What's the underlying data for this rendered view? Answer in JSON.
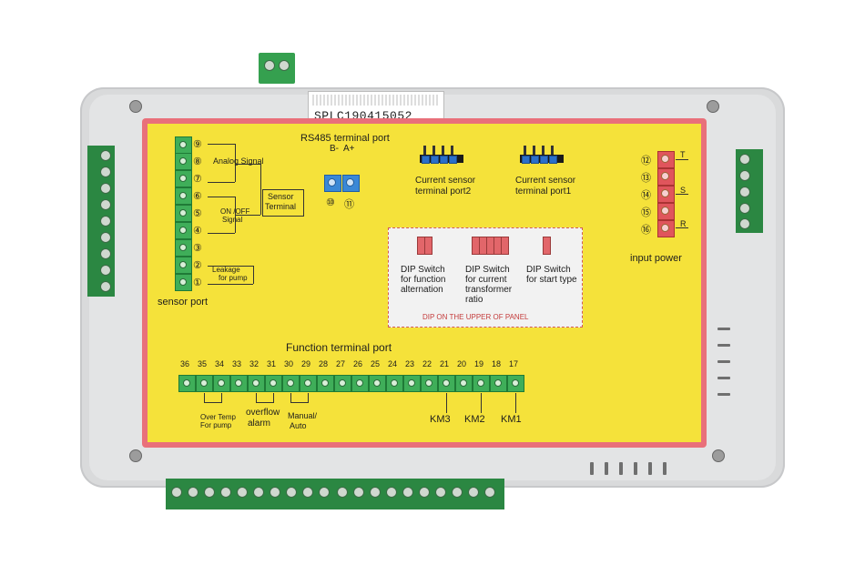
{
  "device": {
    "serial_label": "SPLC190415052"
  },
  "labels": {
    "rs485_title": "RS485 terminal port",
    "rs485_pins": "B-  A+",
    "rs485_num_a": "⑩",
    "rs485_num_b": "⑪",
    "analog_signal": "Analog Signal",
    "onoff_signal_1": "ON /OFF",
    "onoff_signal_2": "Signal",
    "sensor_terminal_1": "Sensor",
    "sensor_terminal_2": "Terminal",
    "leakage_1": "Leakage",
    "leakage_2": "for pump",
    "sensor_port": "sensor  port",
    "current_sensor2_1": "Current sensor",
    "current_sensor2_2": "terminal port2",
    "current_sensor1_1": "Current sensor",
    "current_sensor1_2": "terminal port1",
    "input_power": "input power",
    "phase_t": "T",
    "phase_s": "S",
    "phase_r": "R",
    "dip1_1": "DIP Switch",
    "dip1_2": "for function",
    "dip1_3": "alternation",
    "dip2_1": "DIP Switch",
    "dip2_2": "for current",
    "dip2_3": "transformer",
    "dip2_4": "ratio",
    "dip3_1": "DIP Switch",
    "dip3_2": "for start type",
    "dip_note": "DIP ON THE UPPER OF PANEL",
    "function_port": "Function terminal port",
    "over_temp_1": "Over Temp",
    "over_temp_2": "For pump",
    "overflow_1": "overflow",
    "overflow_2": "alarm",
    "manual_1": "Manual/",
    "manual_2": "Auto",
    "km3": "KM3",
    "km2": "KM2",
    "km1": "KM1"
  },
  "sensor_numbers": [
    "⑨",
    "⑧",
    "⑦",
    "⑥",
    "⑤",
    "④",
    "③",
    "②",
    "①"
  ],
  "power_numbers": [
    "⑫",
    "⑬",
    "⑭",
    "⑮",
    "⑯"
  ],
  "function_numbers": [
    "36",
    "35",
    "34",
    "33",
    "32",
    "31",
    "30",
    "29",
    "28",
    "27",
    "26",
    "25",
    "24",
    "23",
    "22",
    "21",
    "20",
    "19",
    "18",
    "17"
  ]
}
